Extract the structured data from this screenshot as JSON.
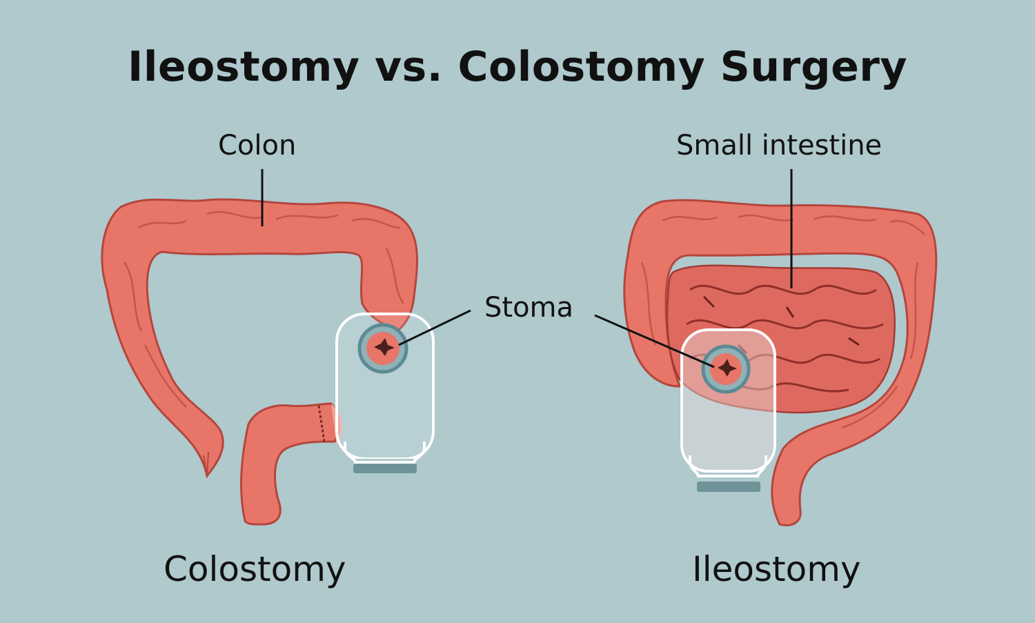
{
  "title": "Ileostomy vs. Colostomy Surgery",
  "labels": {
    "colon": "Colon",
    "small_intestine": "Small intestine",
    "stoma": "Stoma"
  },
  "captions": {
    "left": "Colostomy",
    "right": "Ileostomy"
  },
  "colors": {
    "background": "#afc9cd",
    "tissue": "#e77669",
    "tissue_dark": "#b4453d",
    "pouch_outline": "#ffffff",
    "stoma_ring": "#5b8a92"
  }
}
